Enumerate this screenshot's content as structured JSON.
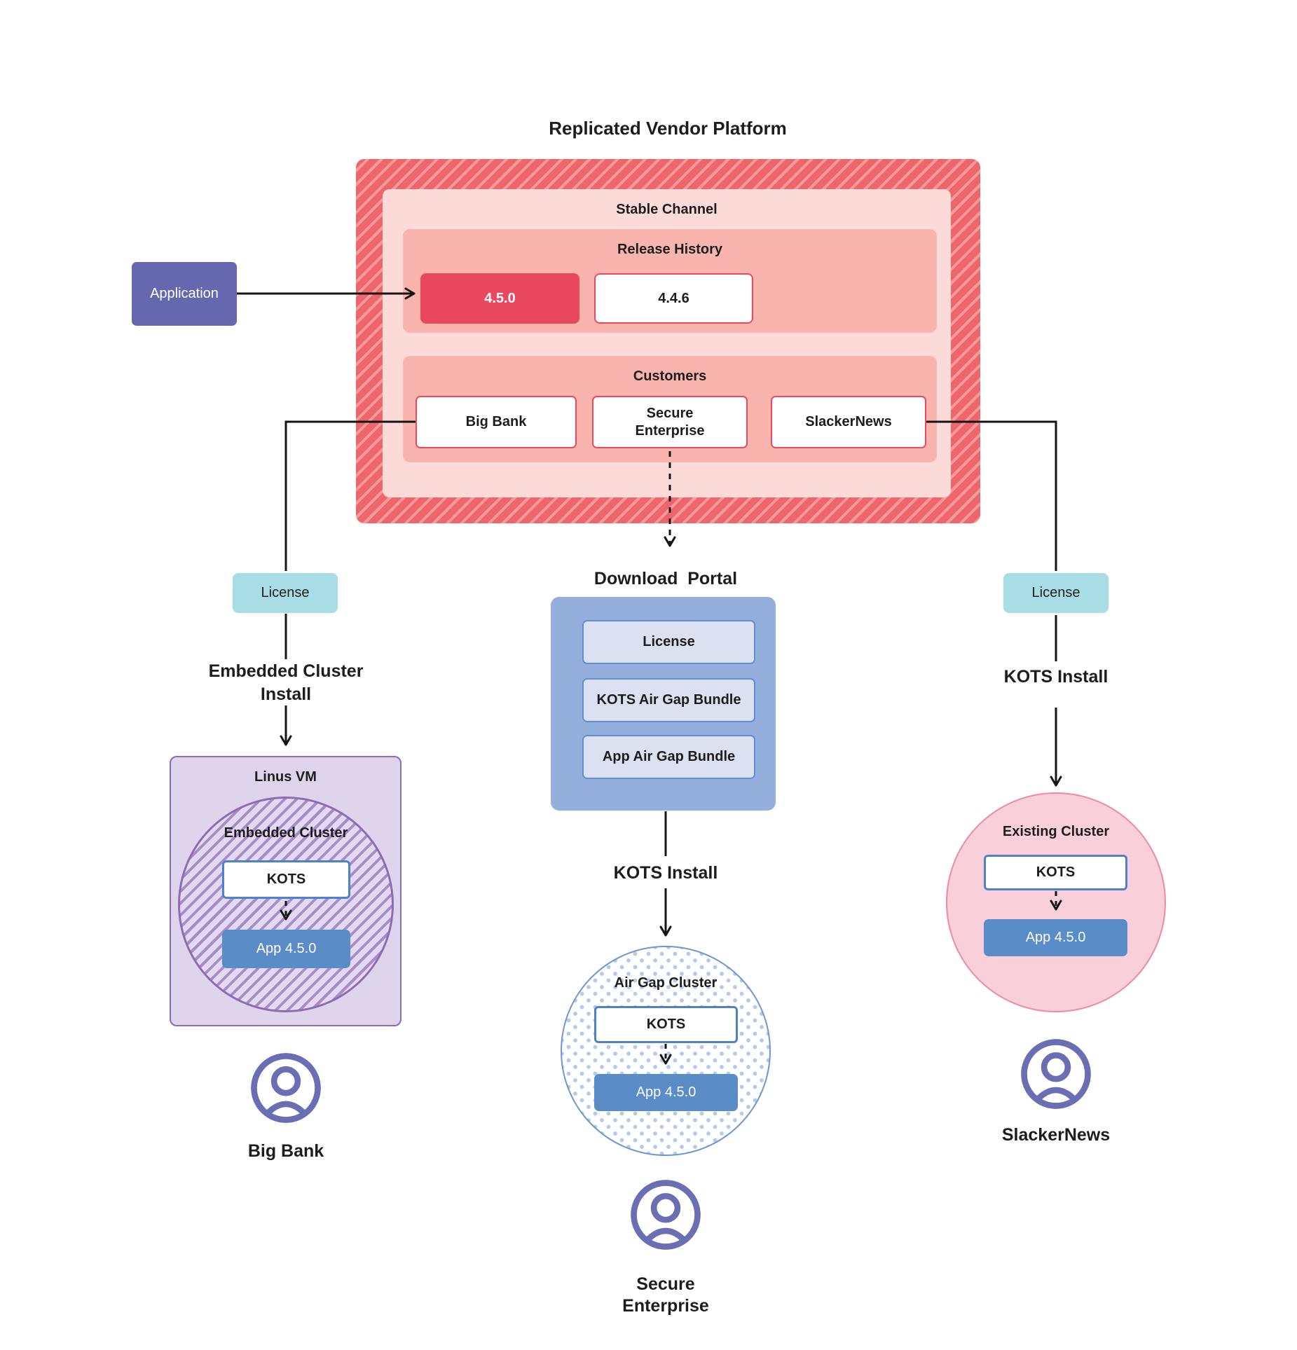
{
  "title": "Replicated Vendor Platform",
  "platform": {
    "stable_channel_label": "Stable Channel",
    "release_history_label": "Release History",
    "releases": [
      {
        "version": "4.5.0",
        "state": "current"
      },
      {
        "version": "4.4.6",
        "state": "previous"
      }
    ],
    "customers_label": "Customers",
    "customers": [
      {
        "name": "Big Bank"
      },
      {
        "name": "Secure Enterprise"
      },
      {
        "name": "SlackerNews"
      }
    ]
  },
  "application_label": "Application",
  "big_bank_flow": {
    "license_label": "License",
    "install_label": "Embedded Cluster Install",
    "vm_label": "Linus VM",
    "cluster_label": "Embedded Cluster",
    "kots_label": "KOTS",
    "app_label": "App 4.5.0",
    "user_label": "Big Bank"
  },
  "secure_enterprise_flow": {
    "portal_label": "Download  Portal",
    "portal_items": [
      {
        "label": "License"
      },
      {
        "label": "KOTS Air Gap Bundle"
      },
      {
        "label": "App Air Gap Bundle"
      }
    ],
    "install_label": "KOTS Install",
    "cluster_label": "Air Gap Cluster",
    "kots_label": "KOTS",
    "app_label": "App 4.5.0",
    "user_label": "Secure Enterprise"
  },
  "slackernews_flow": {
    "license_label": "License",
    "install_label": "KOTS Install",
    "cluster_label": "Existing Cluster",
    "kots_label": "KOTS",
    "app_label": "App 4.5.0",
    "user_label": "SlackerNews"
  },
  "icons": {
    "user": "user-circle-icon"
  },
  "colors": {
    "hatch_red_base": "#ee666c",
    "hatch_red_stripe": "#f79a9b",
    "panel_light_pink": "#fcdad8",
    "panel_salmon": "#f8b4ad",
    "release_red": "#e9485f",
    "red_border": "#e9495f",
    "application_purple": "#6568ae",
    "license_teal": "#a9dde5",
    "portal_blue": "#94afdb",
    "portal_item_fill": "#dce1f2",
    "portal_item_border": "#5f8fd6",
    "app_blue": "#5a8cc8",
    "kots_border_blue": "#4f81c8",
    "vm_lavender": "#ded5ec",
    "vm_border_purple": "#8e6bb4",
    "embedded_stripe_purple": "#a98bc9",
    "airgap_dot_blue": "#b5cbe9",
    "airgap_border_blue": "#6f97cf",
    "existing_pink_fill": "#f9cfda",
    "existing_pink_border": "#ee8aa4",
    "user_icon_indigo": "#6a6eb2",
    "line_black": "#141414"
  }
}
